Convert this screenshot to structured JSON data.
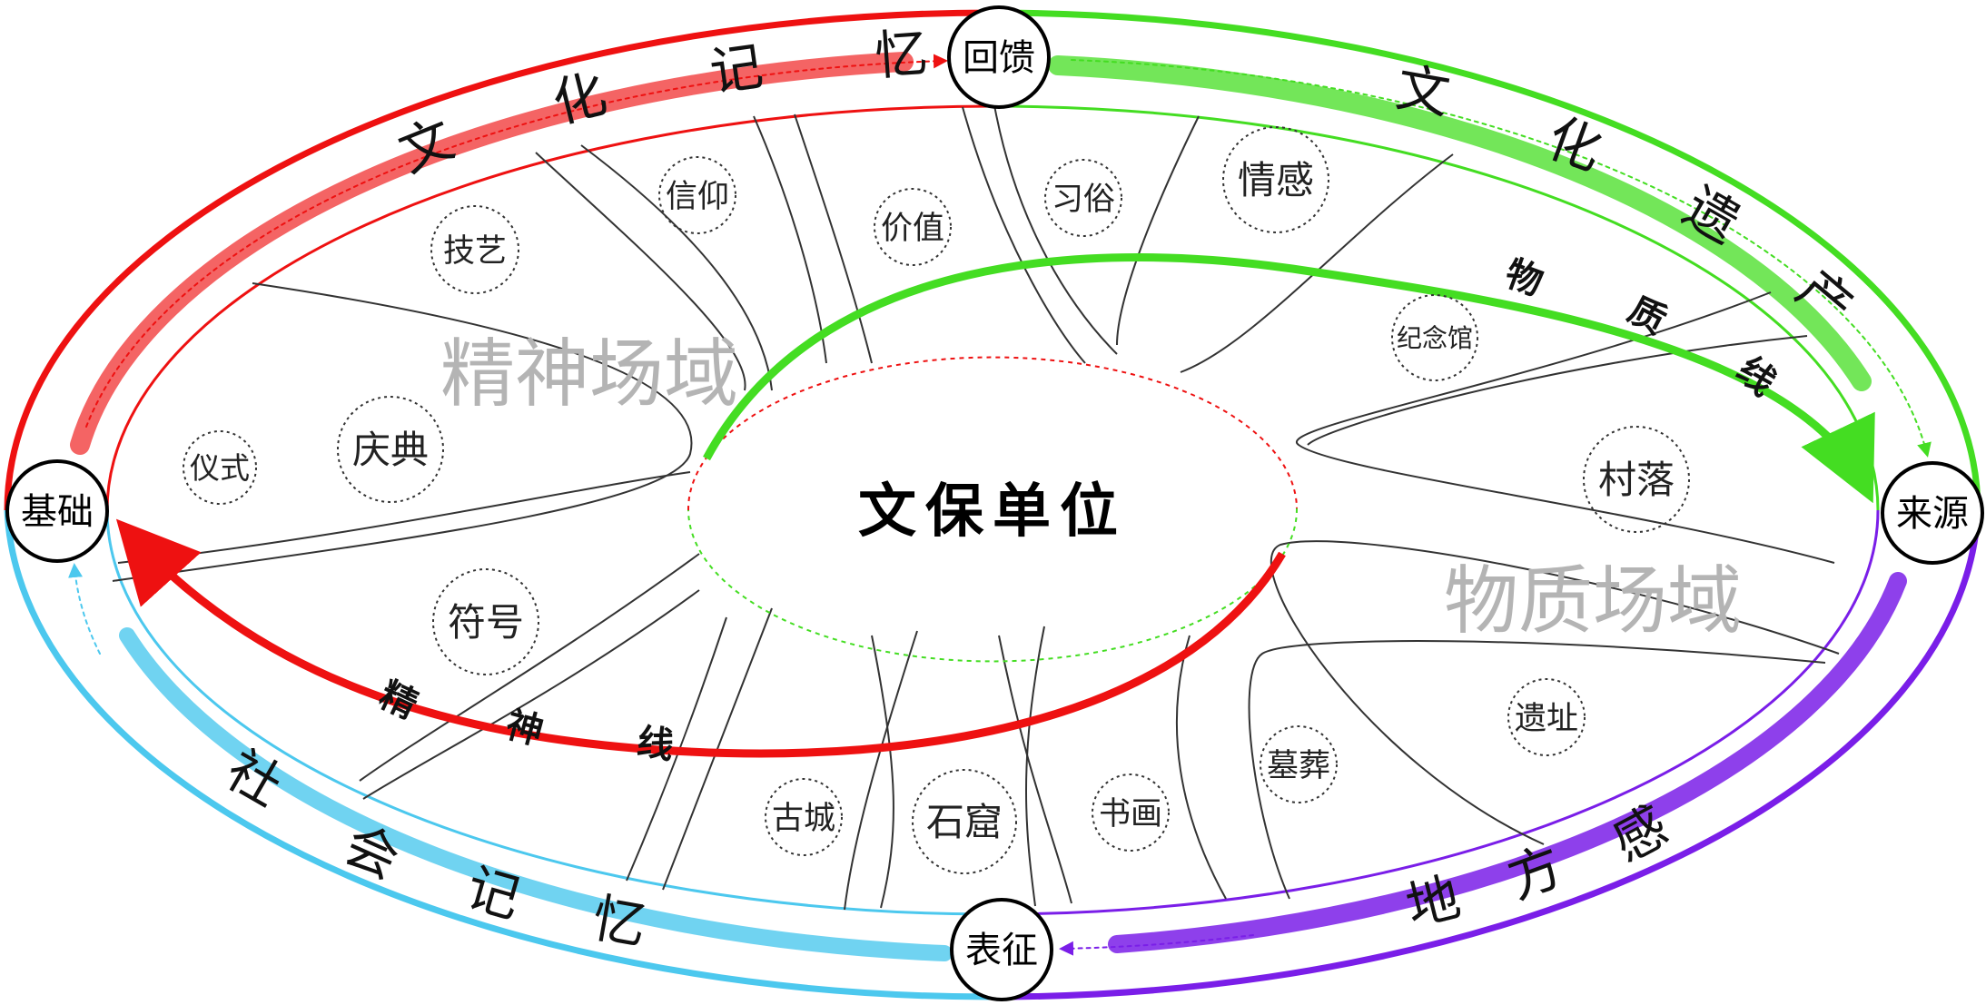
{
  "center": {
    "label": "文保单位"
  },
  "nodes": {
    "feedback": "回馈",
    "source": "来源",
    "representation": "表征",
    "foundation": "基础"
  },
  "rings": {
    "cultural_memory": [
      "文",
      "化",
      "记",
      "忆"
    ],
    "cultural_heritage": [
      "文",
      "化",
      "遗",
      "产"
    ],
    "sense_of_place": [
      "地",
      "方",
      "感"
    ],
    "social_memory": [
      "社",
      "会",
      "记",
      "忆"
    ]
  },
  "lines": {
    "material_line": [
      "物",
      "质",
      "线"
    ],
    "spiritual_line": [
      "精",
      "神",
      "线"
    ]
  },
  "domains": {
    "spiritual": "精神场域",
    "material": "物质场域"
  },
  "elements": [
    "信仰",
    "价值",
    "习俗",
    "情感",
    "技艺",
    "纪念馆",
    "庆典",
    "仪式",
    "村落",
    "符号",
    "遗址",
    "墓葬",
    "书画",
    "石窟",
    "古城"
  ],
  "colors": {
    "red": "#ee1111",
    "green": "#44dd22",
    "purple": "#7a1ee8",
    "cyan": "#4cc8ee",
    "black": "#000000"
  }
}
